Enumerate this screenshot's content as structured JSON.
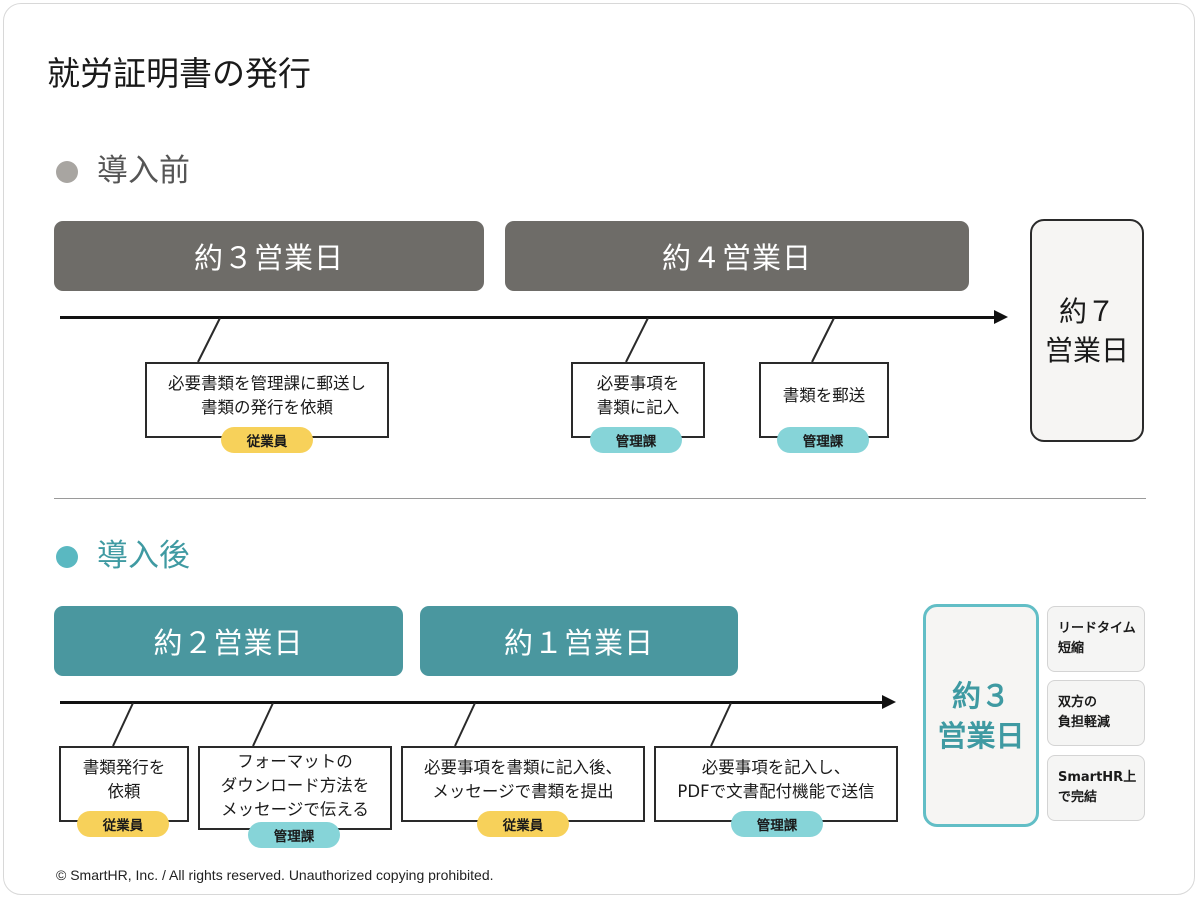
{
  "title": "就労証明書の発行",
  "before": {
    "heading": "導入前",
    "dot_color": "#a8a5a1",
    "heading_color": "#555555",
    "bars": [
      "約３営業日",
      "約４営業日"
    ],
    "steps": [
      {
        "text": "必要書類を管理課に郵送し\n書類の発行を依頼",
        "role": "従業員"
      },
      {
        "text": "必要事項を\n書類に記入",
        "role": "管理課"
      },
      {
        "text": "書類を郵送",
        "role": "管理課"
      }
    ],
    "total": "約７\n営業日"
  },
  "after": {
    "heading": "導入後",
    "dot_color": "#5ab8c1",
    "heading_color": "#3f9aa2",
    "bars": [
      "約２営業日",
      "約１営業日"
    ],
    "steps": [
      {
        "text": "書類発行を\n依頼",
        "role": "従業員"
      },
      {
        "text": "フォーマットの\nダウンロード方法を\nメッセージで伝える",
        "role": "管理課"
      },
      {
        "text": "必要事項を書類に記入後、\nメッセージで書類を提出",
        "role": "従業員"
      },
      {
        "text": "必要事項を記入し、\nPDFで文書配付機能で送信",
        "role": "管理課"
      }
    ],
    "total": "約３\n営業日",
    "benefits": [
      "リードタイム\n短縮",
      "双方の\n負担軽減",
      "SmartHR上\nで完結"
    ]
  },
  "copyright": "© SmartHR, Inc. / All rights reserved. Unauthorized copying prohibited."
}
